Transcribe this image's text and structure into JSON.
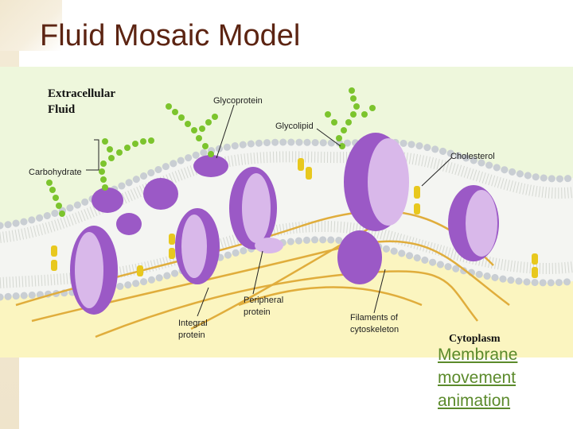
{
  "slide": {
    "title": "Fluid Mosaic Model",
    "link_text": "Membrane\nmovement\nanimation"
  },
  "diagram": {
    "labels": {
      "extracellular_line1": "Extracellular",
      "extracellular_line2": "Fluid",
      "glycoprotein": "Glycoprotein",
      "glycolipid": "Glycolipid",
      "cholesterol": "Cholesterol",
      "carbohydrate": "Carbohydrate",
      "peripheral_line1": "Peripheral",
      "peripheral_line2": "protein",
      "integral_line1": "Integral",
      "integral_line2": "protein",
      "filaments_line1": "Filaments of",
      "filaments_line2": "cytoskeleton",
      "cytoplasm": "Cytoplasm"
    },
    "colors": {
      "extracellular_bg": "#eef7dc",
      "cytoplasm_bg": "#fbf5c0",
      "phospholipid_head": "#c9ced3",
      "protein": "#9b59c6",
      "protein_light": "#d9b8ea",
      "carbohydrate": "#7cc42d",
      "cholesterol": "#e8c81e",
      "filament": "#e0ad3c",
      "title": "#5c2412",
      "link": "#5b8a2b"
    }
  }
}
